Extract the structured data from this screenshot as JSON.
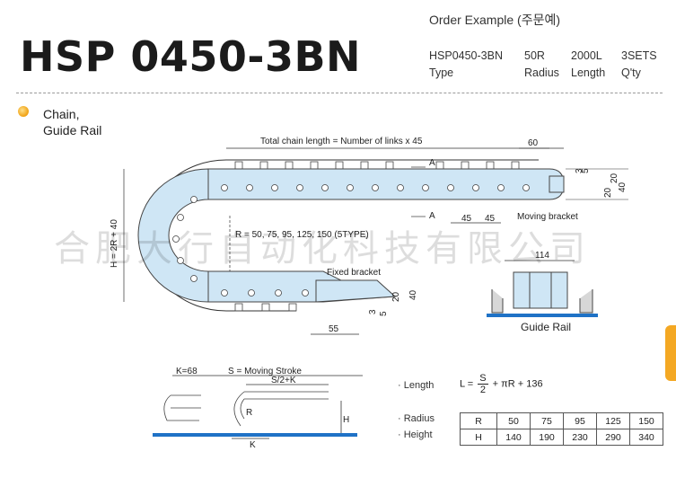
{
  "title": "HSP 0450-3BN",
  "order": {
    "title": "Order Example (주문예)",
    "values": [
      "HSP0450-3BN",
      "50R",
      "2000L",
      "3SETS"
    ],
    "labels": [
      "Type",
      "Radius",
      "Length",
      "Q'ty"
    ]
  },
  "section": {
    "line1": "Chain,",
    "line2": "Guide Rail"
  },
  "watermark": "合肥大行自动化科技有限公司",
  "chain_diagram": {
    "total_length": "Total chain length = Number of links x 45",
    "dim_60": "60",
    "dim_a": "A",
    "dim_45": "45",
    "moving_bracket": "Moving bracket",
    "radius_label": "R = 50, 75, 95, 125, 150 (5TYPE)",
    "height_label": "H = 2R + 40",
    "fixed_bracket": "Fixed bracket",
    "dim_55": "55",
    "dim_3": "3",
    "dim_5": "5",
    "dim_20": "20",
    "dim_40": "40"
  },
  "guide_rail": {
    "dim_114": "114",
    "label": "Guide Rail"
  },
  "stroke_diagram": {
    "k68": "K=68",
    "stroke": "S = Moving Stroke",
    "half": "S/2+K",
    "r": "R",
    "h": "H",
    "k": "K"
  },
  "params": {
    "length_label": "· Length",
    "radius_label": "· Radius",
    "height_label": "· Height",
    "formula_lhs": "L =",
    "formula_num": "S",
    "formula_den": "2",
    "formula_rhs": "+ πR + 136"
  },
  "table": {
    "radius_row": [
      "R",
      "50",
      "75",
      "95",
      "125",
      "150"
    ],
    "height_row": [
      "H",
      "140",
      "190",
      "230",
      "290",
      "340"
    ]
  },
  "colors": {
    "chain_fill": "#cfe6f5",
    "rail_blue": "#1f72c6",
    "accent": "#f4a823"
  }
}
